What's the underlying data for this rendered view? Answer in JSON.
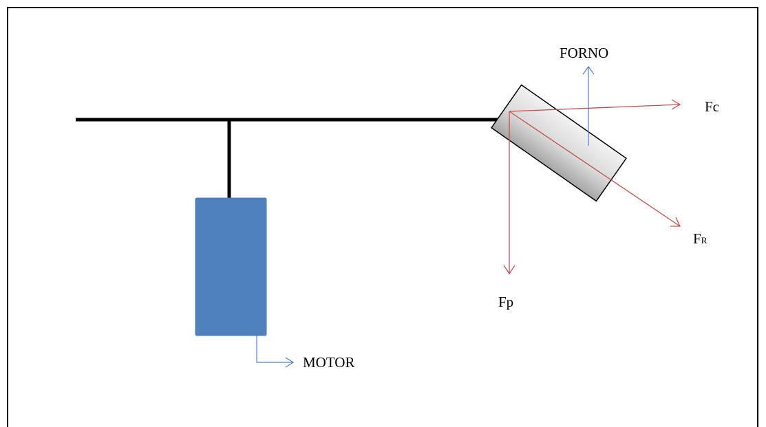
{
  "labels": {
    "forno": "FORNO",
    "fc": "Fc",
    "fr_main": "F",
    "fr_sub": "R",
    "fp": "Fp",
    "motor": "MOTOR"
  },
  "colors": {
    "frame": "#000000",
    "beam": "#000000",
    "motor_fill": "#4f81bd",
    "motor_arrow": "#4f81bd",
    "forno_arrow": "#4f81bd",
    "force_arrows": "#c0504d",
    "furnace_fill_light": "#f2f2f2",
    "furnace_fill_dark": "#a6a6a6"
  },
  "icons": {
    "furnace": "tilted-cylinder-shape",
    "motor": "rectangle-block"
  }
}
